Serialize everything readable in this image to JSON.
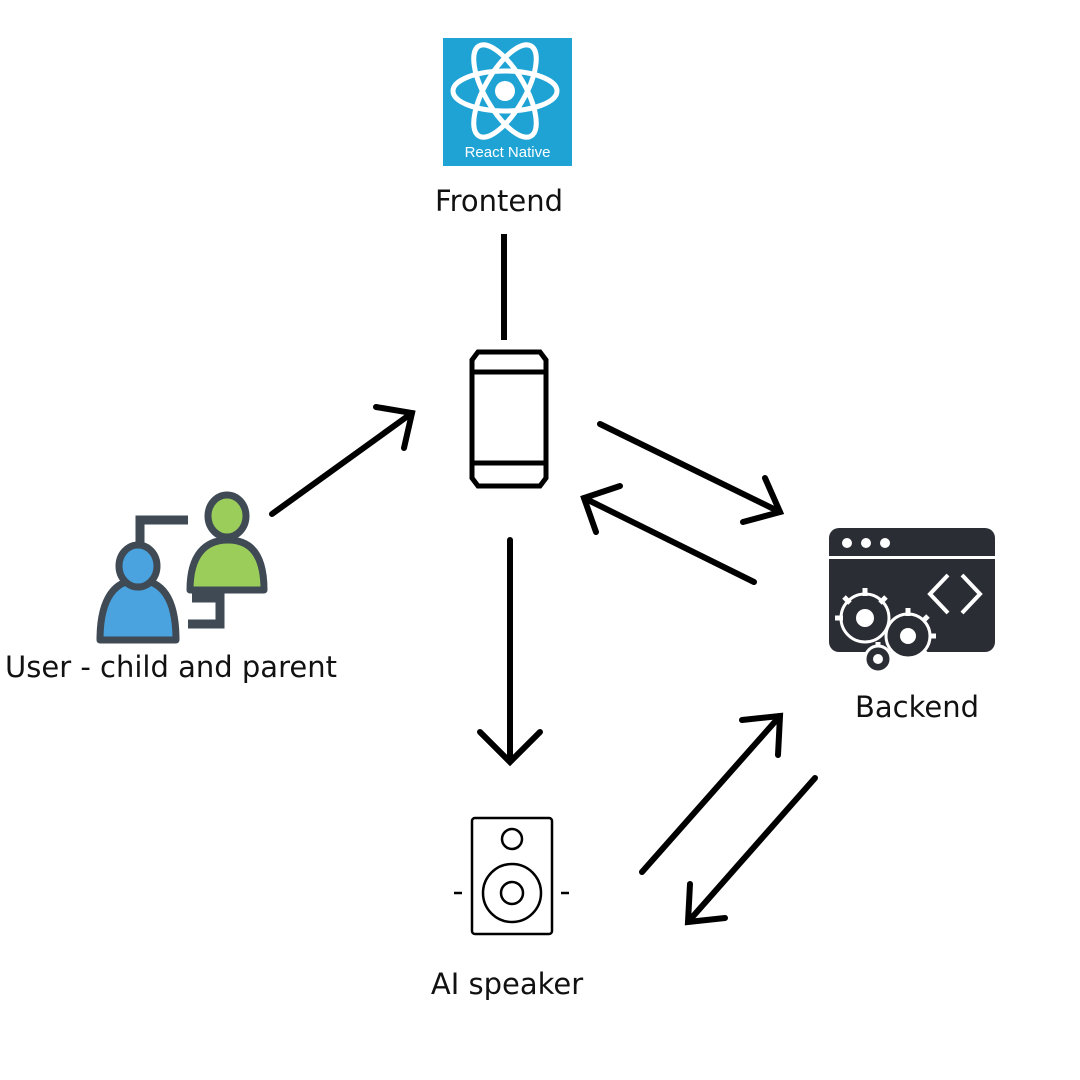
{
  "nodes": {
    "frontend": {
      "label": "Frontend",
      "logo_text": "React Native",
      "logo_color": "#1fa3d4"
    },
    "user": {
      "label": "User - child and parent",
      "icon": "two-users-icon",
      "colors": {
        "child": "#4aa3df",
        "parent": "#9acd5a",
        "outline": "#3f4a55"
      }
    },
    "backend": {
      "label": "Backend",
      "icon": "web-settings-icon",
      "color": "#2a2d34"
    },
    "speaker": {
      "label": "AI speaker",
      "icon": "speaker-icon"
    },
    "phone": {
      "icon": "mobile-phone-icon"
    }
  },
  "edges": [
    {
      "from": "frontend",
      "to": "phone",
      "type": "line"
    },
    {
      "from": "user",
      "to": "phone",
      "type": "arrow"
    },
    {
      "from": "phone",
      "to": "backend",
      "type": "arrow"
    },
    {
      "from": "backend",
      "to": "phone",
      "type": "arrow"
    },
    {
      "from": "phone",
      "to": "speaker",
      "type": "arrow"
    },
    {
      "from": "speaker",
      "to": "backend",
      "type": "arrow"
    },
    {
      "from": "backend",
      "to": "speaker",
      "type": "arrow"
    }
  ]
}
